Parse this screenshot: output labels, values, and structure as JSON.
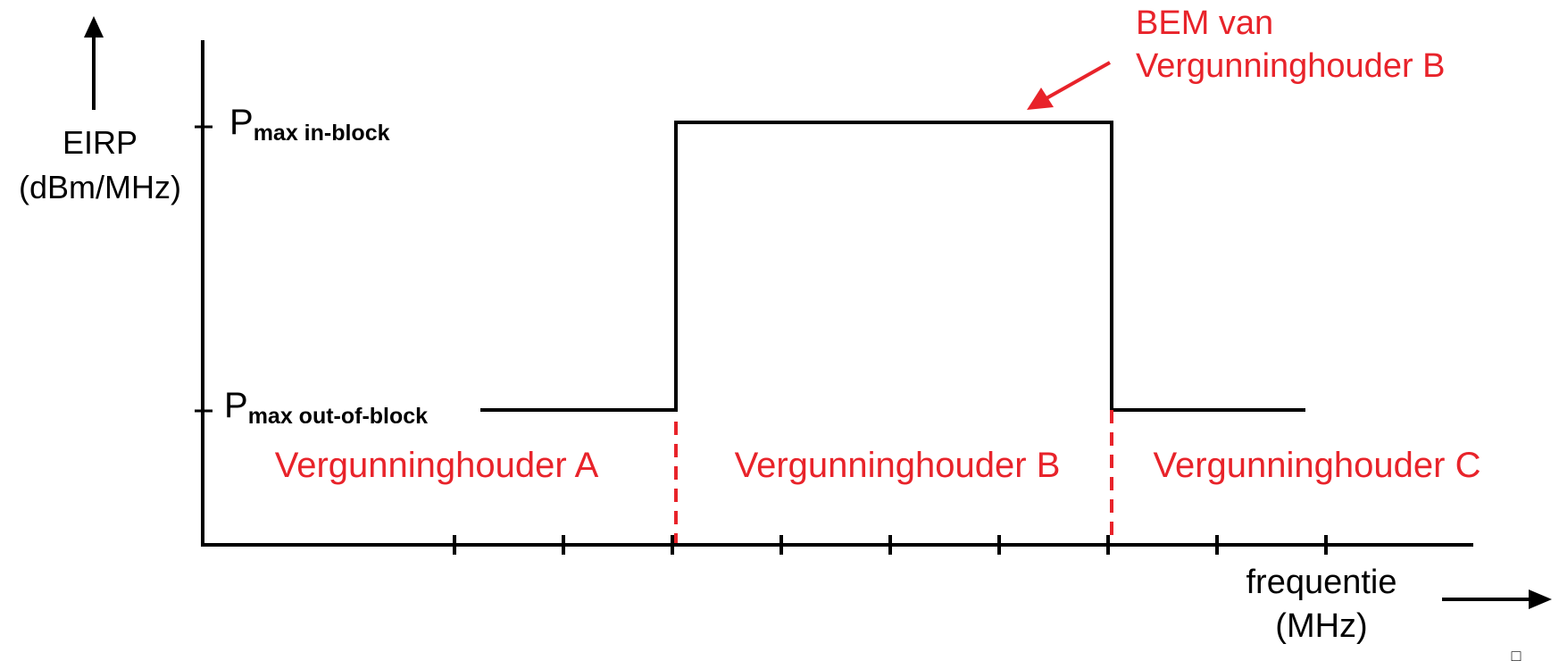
{
  "y_axis": {
    "label_line1": "EIRP",
    "label_line2": "(dBm/MHz)"
  },
  "x_axis": {
    "label_line1": "frequentie",
    "label_line2": "(MHz)",
    "tick_count": 9
  },
  "levels": {
    "in_block": {
      "base": "P",
      "subscript": "max in-block"
    },
    "out_of_block": {
      "base": "P",
      "subscript": "max out-of-block"
    }
  },
  "blocks": [
    {
      "label": "Vergunninghouder A"
    },
    {
      "label": "Vergunninghouder B"
    },
    {
      "label": "Vergunninghouder C"
    }
  ],
  "annotation": {
    "line1": "BEM van",
    "line2": "Vergunninghouder B"
  },
  "corner_mark": "□",
  "colors": {
    "axis": "#000000",
    "mask": "#000000",
    "accent": "#e8232a"
  }
}
